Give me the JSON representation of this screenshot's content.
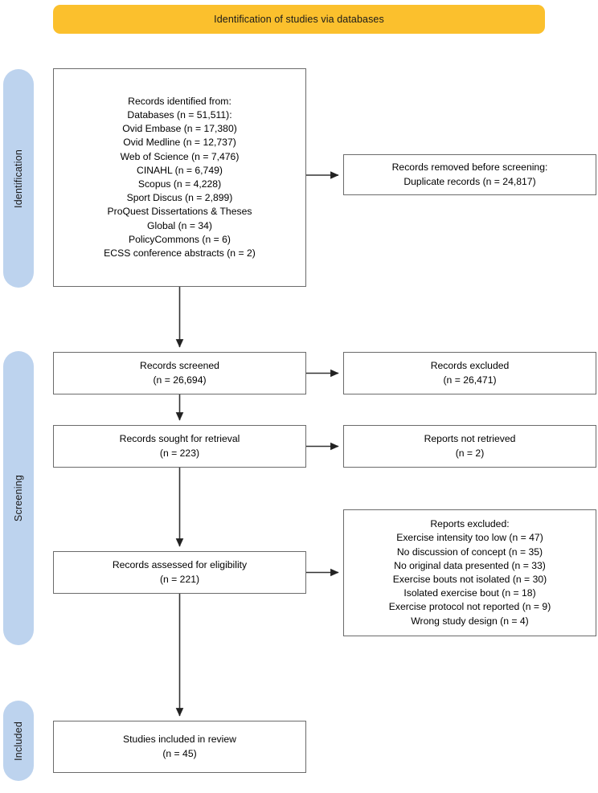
{
  "header": {
    "title": "Identification of studies via databases"
  },
  "stages": [
    {
      "id": "identification",
      "label": "Identification"
    },
    {
      "id": "screening",
      "label": "Screening"
    },
    {
      "id": "included",
      "label": "Included"
    }
  ],
  "colors": {
    "banner": "#FBC02D",
    "stage_bar": "#BDD3EE",
    "box_border": "#6b6b6b",
    "box_fill": "#FFFFFF",
    "text": "#000000",
    "connector": "#333333"
  },
  "boxes": {
    "records_identified": {
      "name": "Records identified from",
      "lines": [
        "Records identified from:",
        "Databases (n = 51,511):",
        "Ovid Embase (n = 17,380)",
        "Ovid Medline (n = 12,737)",
        "Web of Science (n = 7,476)",
        "CINAHL (n = 6,749)",
        "Scopus (n = 4,228)",
        "Sport Discus (n = 2,899)",
        "ProQuest Dissertations & Theses",
        "Global (n = 34)",
        "PolicyCommons (n = 6)",
        "ECSS conference abstracts (n = 2)"
      ],
      "text": "Records identified from:\nDatabases (n = 51,511):\nOvid Embase (n = 17,380)\nOvid Medline (n = 12,737)\nWeb of Science (n = 7,476)\nCINAHL (n = 6,749)\nScopus (n = 4,228)\nSport Discus (n = 2,899)\nProQuest Dissertations & Theses\nGlobal (n = 34)\nPolicyCommons (n = 6)\nECSS conference abstracts (n = 2)"
    },
    "records_removed": {
      "name": "Records removed before screening",
      "lines": [
        "Records removed before screening:",
        "Duplicate records (n = 24,817)"
      ],
      "text": "Records removed before screening:\nDuplicate records (n = 24,817)"
    },
    "records_screened": {
      "name": "Records screened",
      "lines": [
        "Records screened",
        "(n = 26,694)"
      ],
      "text": "Records screened\n(n = 26,694)"
    },
    "records_excluded": {
      "name": "Records excluded",
      "lines": [
        "Records excluded",
        "(n = 26,471)"
      ],
      "text": "Records excluded\n(n = 26,471)"
    },
    "records_sought": {
      "name": "Records sought for retrieval",
      "lines": [
        "Records sought for retrieval",
        "(n = 223)"
      ],
      "text": "Records sought for retrieval\n(n = 223)"
    },
    "reports_not_retrieved": {
      "name": "Reports not retrieved",
      "lines": [
        "Reports not retrieved",
        "(n = 2)"
      ],
      "text": "Reports not retrieved\n(n = 2)"
    },
    "records_assessed": {
      "name": "Records assessed for eligibility",
      "lines": [
        "Records assessed for eligibility",
        "(n = 221)"
      ],
      "text": "Records assessed for eligibility\n(n = 221)"
    },
    "reports_excluded": {
      "name": "Reports excluded",
      "lines": [
        "Reports excluded:",
        "Exercise intensity too low (n = 47)",
        "No discussion of concept (n = 35)",
        "No original data presented (n = 33)",
        "Exercise bouts not isolated (n = 30)",
        "Isolated exercise bout (n = 18)",
        "Exercise protocol not reported (n = 9)",
        "Wrong study design (n = 4)"
      ],
      "text": "Reports excluded:\nExercise intensity too low (n = 47)\nNo discussion of concept (n = 35)\nNo original data presented (n = 33)\nExercise bouts not isolated (n = 30)\nIsolated exercise bout (n = 18)\nExercise protocol not reported (n = 9)\nWrong study design (n = 4)"
    },
    "studies_included": {
      "name": "Studies included in review",
      "lines": [
        "Studies included in review",
        "(n = 45)"
      ],
      "text": "Studies included in review\n(n = 45)"
    }
  },
  "counts": {
    "databases_total": 51511,
    "ovid_embase": 17380,
    "ovid_medline": 12737,
    "web_of_science": 7476,
    "cinahl": 6749,
    "scopus": 4228,
    "sport_discus": 2899,
    "proquest_dissertations_theses_global": 34,
    "policycommons": 6,
    "ecss_conference_abstracts": 2,
    "duplicates_removed": 24817,
    "records_screened": 26694,
    "records_excluded": 26471,
    "records_sought_for_retrieval": 223,
    "reports_not_retrieved": 2,
    "records_assessed_for_eligibility": 221,
    "excluded_exercise_intensity_too_low": 47,
    "excluded_no_discussion_of_concept": 35,
    "excluded_no_original_data_presented": 33,
    "excluded_exercise_bouts_not_isolated": 30,
    "excluded_isolated_exercise_bout": 18,
    "excluded_exercise_protocol_not_reported": 9,
    "excluded_wrong_study_design": 4,
    "studies_included": 45
  }
}
